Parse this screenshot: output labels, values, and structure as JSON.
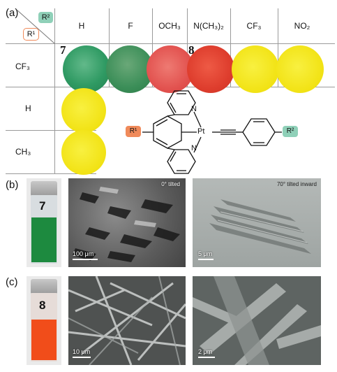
{
  "panels": {
    "a": {
      "label": "(a)"
    },
    "b": {
      "label": "(b)"
    },
    "c": {
      "label": "(c)"
    }
  },
  "table": {
    "corner": {
      "r1": "R¹",
      "r2": "R²"
    },
    "col_headers": [
      "H",
      "F",
      "OCH₃",
      "N(CH₃)₂",
      "CF₃",
      "NO₂"
    ],
    "row_headers": [
      "CF₃",
      "H",
      "CH₃"
    ],
    "compound_numbers": {
      "first": "7",
      "fourth": "8"
    }
  },
  "structure": {
    "metal": "Pt",
    "n_top": "N",
    "n_bottom": "N",
    "r1": "R¹",
    "r2": "R²"
  },
  "vials": {
    "b": {
      "number": "7",
      "color": "#1d8a3f"
    },
    "c": {
      "number": "8",
      "color": "#f14d1a"
    }
  },
  "micrographs": {
    "b_left": {
      "note": "0° tilted",
      "scale": "100 μm"
    },
    "b_right": {
      "note": "70° tilted inward",
      "scale": "5 μm"
    },
    "c_left": {
      "scale": "10 μm"
    },
    "c_right": {
      "scale": "2 μm"
    }
  },
  "colors": {
    "r1_badge": "#f08a5a",
    "r2_badge": "#8fd0b8",
    "green_film": "#2f9a63",
    "red_film": "#e2524f",
    "yellow_film": "#f2e316"
  }
}
